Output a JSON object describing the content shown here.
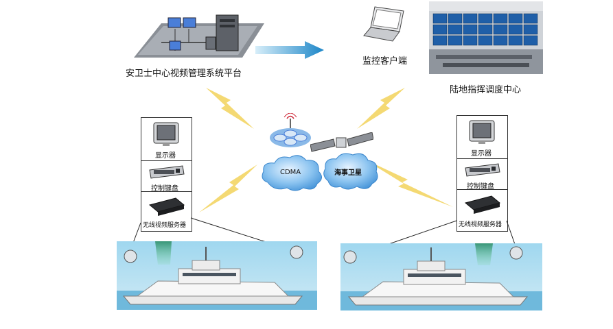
{
  "top": {
    "platform_label": "安卫士中心视频管理系统平台",
    "client_label": "监控客户端",
    "command_center_label": "陆地指挥调度中心"
  },
  "clouds": {
    "cdma": "CDMA",
    "satellite": "海事卫星"
  },
  "left_panel": {
    "monitor": "显示器",
    "keyboard": "控制键盘",
    "server": "无线视频服务器"
  },
  "right_panel": {
    "monitor": "显示器",
    "keyboard": "控制键盘",
    "server": "无线视频服务器"
  },
  "colors": {
    "arrow": "#2a9fd8",
    "lightning": "#f2d25a",
    "cloud": "#5aa9e6",
    "sea": "#9fd7ef",
    "hull": "#f2f2f2"
  }
}
